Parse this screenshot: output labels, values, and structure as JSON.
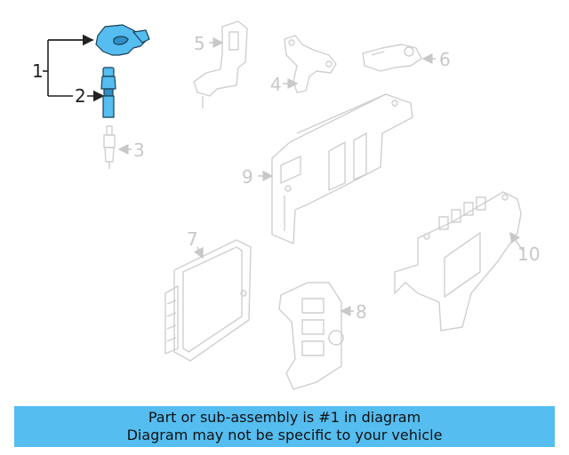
{
  "callouts": {
    "c1": "1",
    "c2": "2",
    "c3": "3",
    "c4": "4",
    "c5": "5",
    "c6": "6",
    "c7": "7",
    "c8": "8",
    "c9": "9",
    "c10": "10"
  },
  "highlighted_callout": "1",
  "colors": {
    "highlight": "#55bdf0",
    "banner": "#55bdf0",
    "faded_line": "#cfcfcf"
  },
  "banner": {
    "line1": "Part or sub-assembly is #1 in diagram",
    "line2": "Diagram may not be specific to your vehicle"
  }
}
